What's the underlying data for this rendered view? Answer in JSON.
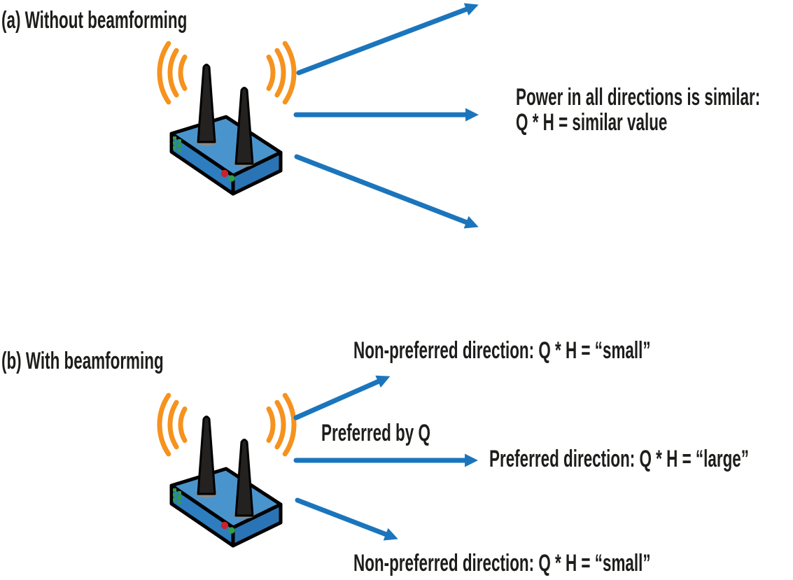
{
  "colors": {
    "arrow_blue": "#1b75bc",
    "wave_orange": "#f6921e",
    "router_top": "#4a94ce",
    "router_front": "#2e7dbe",
    "router_side": "#2a74b5",
    "led_green": "#2f9e44",
    "led_red": "#ce2127",
    "antenna_black": "#242220",
    "antenna_base": "#8a8a83",
    "text_black": "#1d1d1b"
  },
  "section_a": {
    "title": "(a) Without beamforming",
    "annotation": {
      "line1": "Power in all directions is similar:",
      "line2": "Q * H = similar value"
    }
  },
  "section_b": {
    "title": "(b) With beamforming",
    "top_label": "Non-preferred direction: Q * H = “small”",
    "middle_arrow_label": "Preferred by Q",
    "middle_label": "Preferred direction: Q * H = “large”",
    "bottom_label": "Non-preferred direction: Q * H = “small”"
  }
}
